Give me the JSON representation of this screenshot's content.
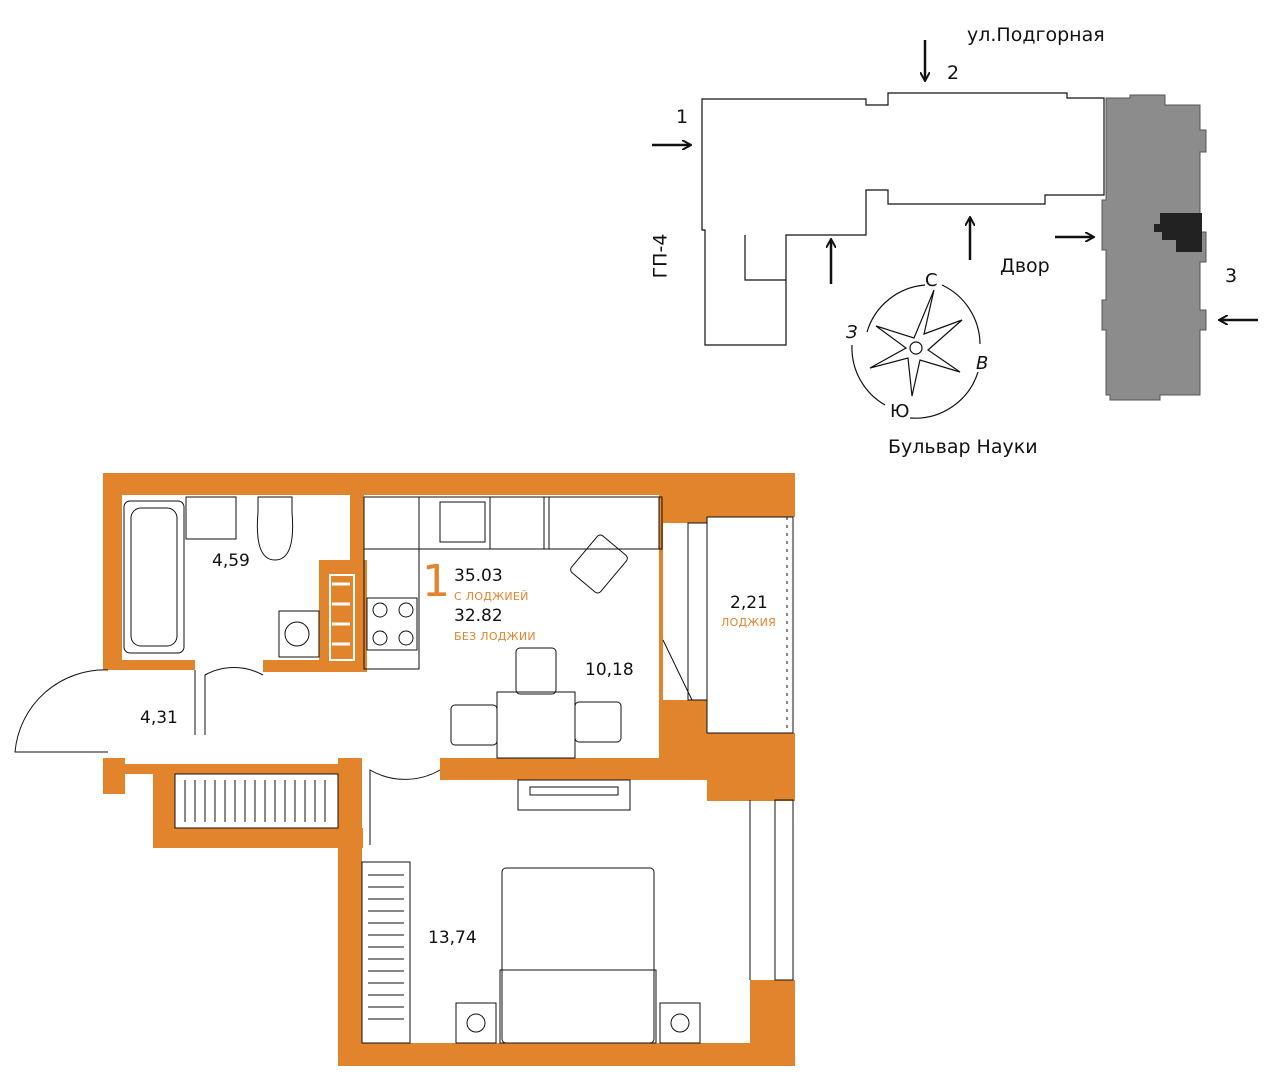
{
  "site_plan": {
    "street_top": "ул.Подгорная",
    "street_bottom": "Бульвар Науки",
    "building_label": "ГП-4",
    "yard_label": "Двор",
    "entrances": [
      "1",
      "2",
      "3"
    ]
  },
  "compass": {
    "north": "С",
    "east": "В",
    "south": "Ю",
    "west": "З"
  },
  "apartment": {
    "rooms": "1",
    "area_with_loggia": "35.03",
    "with_loggia_label": "С ЛОДЖИЕЙ",
    "area_without_loggia": "32.82",
    "without_loggia_label": "БЕЗ ЛОДЖИИ",
    "room_areas": {
      "bathroom": "4,59",
      "hall": "4,31",
      "kitchen_living": "10,18",
      "bedroom": "13,74",
      "loggia": "2,21"
    },
    "loggia_label": "ЛОДЖИЯ"
  },
  "colors": {
    "wall": "#e2842c",
    "neighbor_building": "#8c8c8c",
    "line": "#111111"
  }
}
